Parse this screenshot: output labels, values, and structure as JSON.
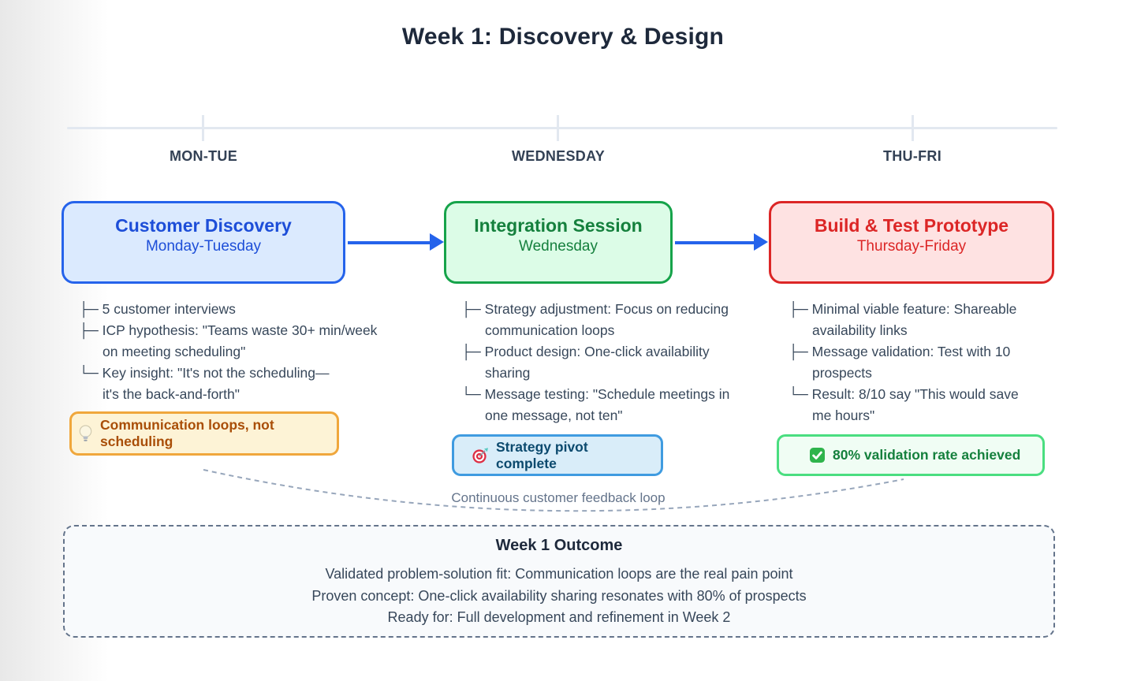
{
  "title": "Week 1: Discovery & Design",
  "timeline": {
    "labels": [
      "MON-TUE",
      "WEDNESDAY",
      "THU-FRI"
    ]
  },
  "phases": [
    {
      "name": "Customer Discovery",
      "dates": "Monday-Tuesday",
      "colors": {
        "bg": "#dbeafe",
        "border": "#2563eb",
        "text": "#1d4ed8"
      },
      "tasks": [
        {
          "prefix": "├─",
          "text": "5 customer interviews"
        },
        {
          "prefix": "├─",
          "text": "ICP hypothesis: \"Teams waste 30+ min/week\non meeting scheduling\""
        },
        {
          "prefix": "└─",
          "text": "Key insight: \"It's not the scheduling—\nit's the back-and-forth\""
        }
      ],
      "badge": {
        "icon": "lightbulb-icon",
        "label": "Communication loops, not scheduling",
        "bg": "#fdf3d6",
        "border": "#f0a73c",
        "text": "#a94e08"
      }
    },
    {
      "name": "Integration Session",
      "dates": "Wednesday",
      "colors": {
        "bg": "#dcfce7",
        "border": "#16a34a",
        "text": "#15803d"
      },
      "tasks": [
        {
          "prefix": "├─",
          "text": "Strategy adjustment: Focus on reducing\ncommunication loops"
        },
        {
          "prefix": "├─",
          "text": "Product design: One-click availability\nsharing"
        },
        {
          "prefix": "└─",
          "text": "Message testing: \"Schedule meetings in\none message, not ten\""
        }
      ],
      "badge": {
        "icon": "target-icon",
        "label": "Strategy pivot complete",
        "bg": "#d9edf9",
        "border": "#3f9be0",
        "text": "#0c4a6e"
      }
    },
    {
      "name": "Build & Test Prototype",
      "dates": "Thursday-Friday",
      "colors": {
        "bg": "#fee2e2",
        "border": "#dc2626",
        "text": "#dc2626"
      },
      "tasks": [
        {
          "prefix": "├─",
          "text": "Minimal viable feature: Shareable\navailability links"
        },
        {
          "prefix": "├─",
          "text": "Message validation: Test with 10\nprospects"
        },
        {
          "prefix": "└─",
          "text": "Result: 8/10 say \"This would save\nme hours\""
        }
      ],
      "badge": {
        "icon": "check-icon",
        "label": "80% validation rate achieved",
        "bg": "#f0fdf4",
        "border": "#4ade80",
        "text": "#15803d"
      }
    }
  ],
  "feedback_loop": {
    "label": "Continuous customer feedback loop"
  },
  "outcome": {
    "title": "Week 1 Outcome",
    "lines": [
      "Validated problem-solution fit: Communication loops are the real pain point",
      "Proven concept: One-click availability sharing resonates with 80% of prospects",
      "Ready for: Full development and refinement in Week 2"
    ]
  },
  "colors": {
    "arrow": "#2563eb",
    "timeline": "#e2e8f0",
    "day_label": "#334155",
    "title_text": "#1e293b",
    "task_text": "#37475a",
    "loop_curve": "#97a6bb",
    "loop_label": "#64748b",
    "outcome_border": "#64748b",
    "outcome_bg": "#f8fafc",
    "outcome_text": "#37475a"
  }
}
